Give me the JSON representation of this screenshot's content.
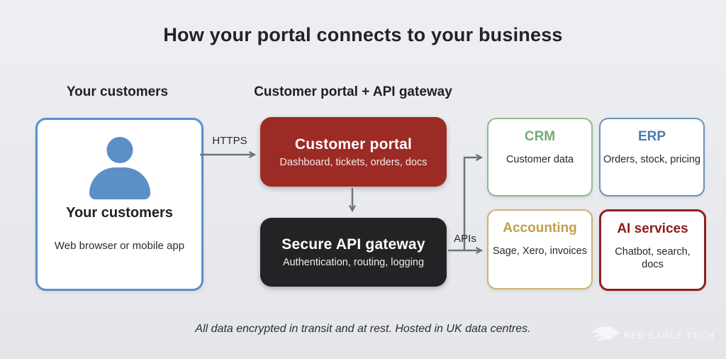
{
  "title": "How your portal connects to your business",
  "headers": {
    "customers": "Your customers",
    "middle": "Customer portal + API gateway"
  },
  "customer_box": {
    "title": "Your customers",
    "subtitle": "Web browser or mobile app",
    "border_color": "#5b8fc9",
    "icon_color": "#5b8fc7",
    "icon": "person-icon"
  },
  "portal_box": {
    "title": "Customer portal",
    "subtitle": "Dashboard, tickets, orders, docs",
    "bg_color": "#9b2b24"
  },
  "gateway_box": {
    "title": "Secure API gateway",
    "subtitle": "Authentication, routing, logging",
    "bg_color": "#232326"
  },
  "systems": [
    {
      "title": "CRM",
      "subtitle": "Customer data",
      "title_color": "#76ab74",
      "border_color": "#8cbb8c"
    },
    {
      "title": "ERP",
      "subtitle": "Orders, stock, pricing",
      "title_color": "#4a7cac",
      "border_color": "#6a92bd"
    },
    {
      "title": "Accounting",
      "subtitle": "Sage, Xero, invoices",
      "title_color": "#c2a04a",
      "border_color": "#cfb272"
    },
    {
      "title": "AI services",
      "subtitle": "Chatbot, search, docs",
      "title_color": "#8c1a1a",
      "border_color": "#8f1f1f"
    }
  ],
  "flow_labels": {
    "https": "HTTPS",
    "apis": "APIs"
  },
  "footer": "All data encrypted in transit and at rest. Hosted in UK data centres.",
  "brand": "RED EAGLE TECH",
  "colors": {
    "background": "#e8eaed",
    "arrow": "#6e7378",
    "heading_text": "#1d1f21"
  }
}
